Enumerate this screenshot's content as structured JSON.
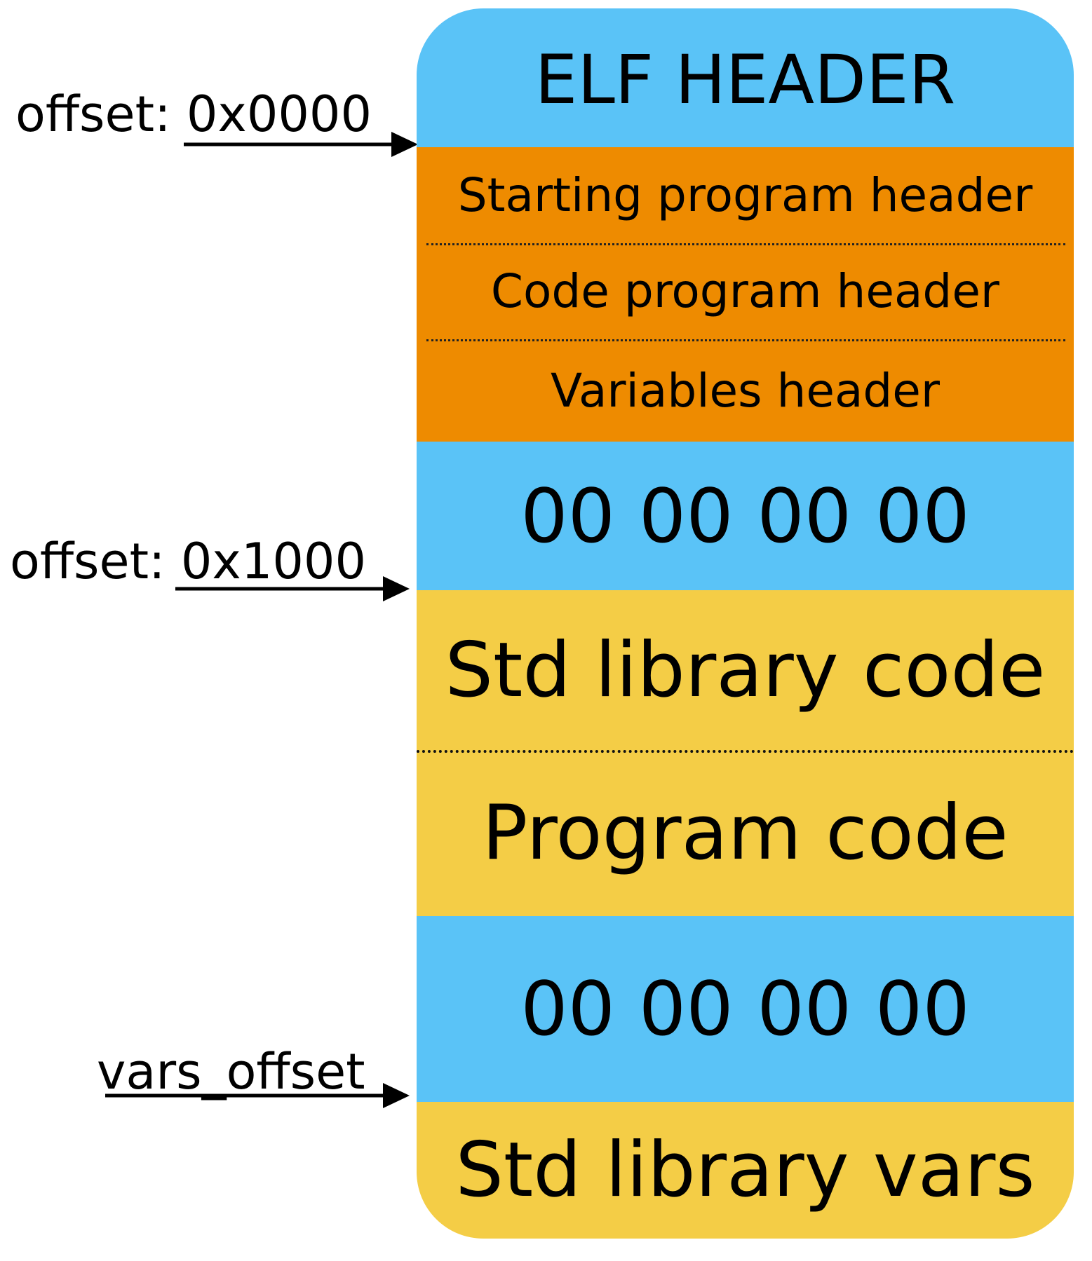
{
  "sections": {
    "elf_header": "ELF HEADER",
    "program_headers": [
      "Starting program header",
      "Code program header",
      "Variables header"
    ],
    "padding_1": "00 00 00 00",
    "code": [
      "Std library code",
      "Program code"
    ],
    "padding_2": "00 00 00 00",
    "vars": "Std library vars"
  },
  "offsets": {
    "first": {
      "prefix": "offset:",
      "value": "0x0000"
    },
    "second": {
      "prefix": "offset:",
      "value": "0x1000"
    },
    "third": {
      "label": "vars_offset"
    }
  },
  "colors": {
    "blue": "#5ac3f7",
    "orange": "#ee8b00",
    "yellow": "#f4cd46"
  }
}
